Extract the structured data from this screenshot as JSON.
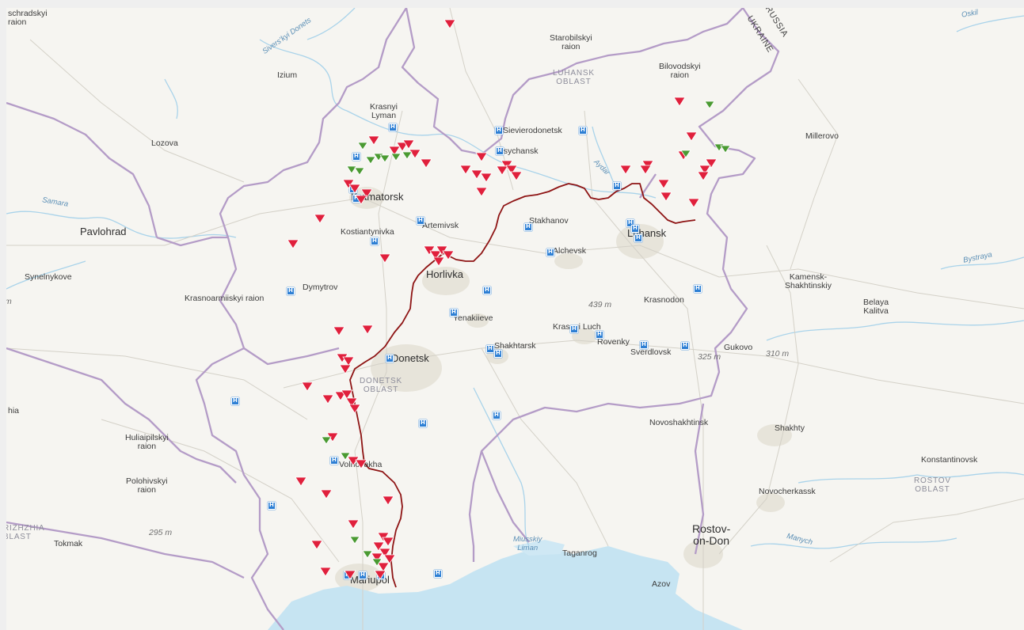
{
  "map": {
    "labels": {
      "izium": "Izium",
      "lozova": "Lozova",
      "pavlohrad": "Pavlohrad",
      "synelnykove": "Synelnykove",
      "krasnyi_lyman": "Krasnyi\nLyman",
      "kramatorsk": "Kramatorsk",
      "kostiantynivka": "Kostiantynivka",
      "artemivsk": "Artemivsk",
      "dymytrov": "Dymytrov",
      "krasnoarmiiskyi_raion": "Krasnoarmiiskyi raion",
      "horlivka": "Horlivka",
      "yenakiieve": "Yenakiieve",
      "donetsk": "Donetsk",
      "shakhtarsk": "Shakhtarsk",
      "hulaipilskyi_raion": "Huliaipilskyi\nraion",
      "polohivskyi_raion": "Polohivskyi\nraion",
      "volnovakha": "Volnovakha",
      "mariupol": "Mariupol",
      "tokmak": "Tokmak",
      "taganrog": "Taganrog",
      "azov": "Azov",
      "rostov_on_don": "Rostov-\non-Don",
      "novocherkassk": "Novocherkassk",
      "konstantinovsk": "Konstantinovsk",
      "shakhty": "Shakhty",
      "novoshakhtinsk": "Novoshakhtinsk",
      "gukovo": "Gukovo",
      "belaya_kalitva": "Belaya\nKalitva",
      "kamensk": "Kamensk-\nShakhtinskiy",
      "millerovo": "Millerovo",
      "krasnodon": "Krasnodon",
      "sverdlovsk": "Sverdlovsk",
      "rovenky": "Rovenky",
      "krasnyi_luch": "Krasnyi Luch",
      "alchevsk": "Alchevsk",
      "stakhanov": "Stakhanov",
      "luhansk": "Luhansk",
      "lysychansk": "Lysychansk",
      "sievierodonetsk": "Sievierodonetsk",
      "starobilskyi_raion": "Starobilskyi\nraion",
      "bilovodskyi_raion": "Bilovodskyi\nraion",
      "shchradskyi_raion": "schradskyi\nraion",
      "russia": "RUSSIA",
      "ukraine": "UKRAINE",
      "luhansk_oblast": "LUHANSK\nOBLAST",
      "donetsk_oblast": "DONETSK\nOBLAST",
      "rostov_oblast": "ROSTOV\nOBLAST",
      "zaporizhzhia_oblast": "RIZHZHIA\nBLAST",
      "hia": "hia",
      "elev_439": "439 m",
      "elev_325": "325 m",
      "elev_310": "310 m",
      "elev_295": "295 m",
      "elev_m": "m",
      "samara": "Samara",
      "sivers_donets": "Sivers'kyi Donets",
      "aydar": "Aydar",
      "bystraya": "Bystraya",
      "manych": "Manych",
      "miusskiy_liman": "Miusskiy\nLiman",
      "oskil": "Oskil"
    },
    "colors": {
      "water": "#c6e4f2",
      "land": "#f6f5f1",
      "urban": "#e6e3d9",
      "border": "#b49cc7",
      "frontline": "#8e1414",
      "marker_red": "#e0203c",
      "marker_green": "#4a9a32",
      "hospital": "#2d7fd4"
    }
  }
}
